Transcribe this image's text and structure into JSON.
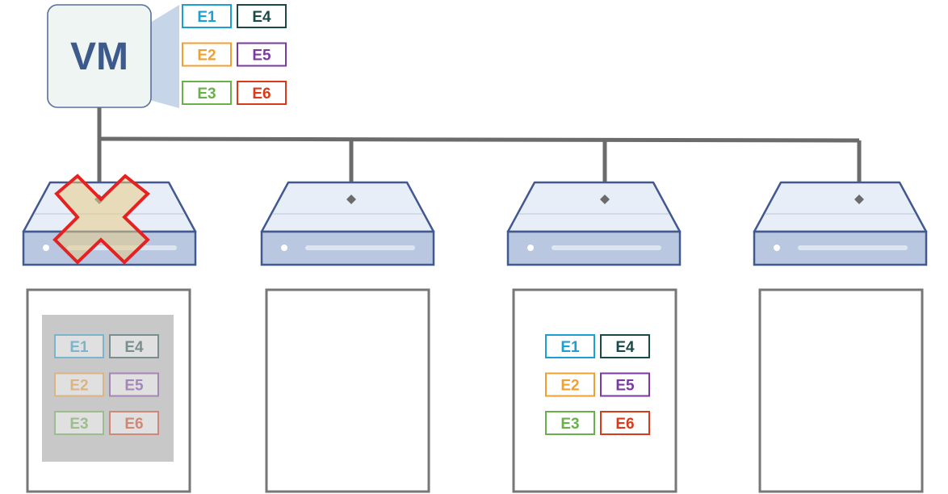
{
  "vm": {
    "label": "VM",
    "chips": [
      {
        "label": "E1",
        "color": "#1aa0d2"
      },
      {
        "label": "E4",
        "color": "#1a4a48"
      },
      {
        "label": "E2",
        "color": "#f0a030"
      },
      {
        "label": "E5",
        "color": "#7a3aa0"
      },
      {
        "label": "E3",
        "color": "#6ab04a"
      },
      {
        "label": "E6",
        "color": "#d83a1a"
      }
    ]
  },
  "servers": [
    {
      "id": "server-1",
      "failed": true,
      "chips_visible": true,
      "chips_faded": true
    },
    {
      "id": "server-2",
      "failed": false,
      "chips_visible": false,
      "chips_faded": false
    },
    {
      "id": "server-3",
      "failed": false,
      "chips_visible": true,
      "chips_faded": false
    },
    {
      "id": "server-4",
      "failed": false,
      "chips_visible": false,
      "chips_faded": false
    }
  ],
  "colors": {
    "vm_text": "#3d5a8c",
    "vm_box_fill": "#eef5f2",
    "vm_box_stroke": "#5a6f9a",
    "callout_fill": "#c7d5e8",
    "wire": "#6b6b6b",
    "server_top": "#e8eef7",
    "server_front": "#b9c8e0",
    "server_stroke": "#41598f",
    "fail_x_stroke": "#e52222",
    "fail_x_fill": "#e6cc88",
    "faded_panel": "#c8c8c8",
    "panel_stroke": "#777777"
  }
}
